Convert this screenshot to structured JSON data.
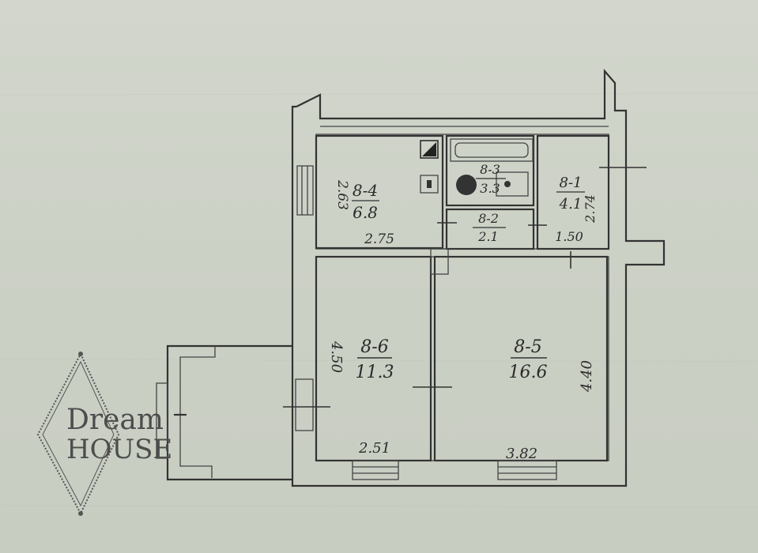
{
  "rooms": [
    {
      "id": "kitchen",
      "number": "8-4",
      "area": "6.8"
    },
    {
      "id": "bath",
      "number": "8-3",
      "area": "3.3"
    },
    {
      "id": "hall",
      "number": "8-2",
      "area": "2.1"
    },
    {
      "id": "entrance",
      "number": "8-1",
      "area": "4.1"
    },
    {
      "id": "room6",
      "number": "8-6",
      "area": "11.3"
    },
    {
      "id": "room5",
      "number": "8-5",
      "area": "16.6"
    }
  ],
  "dimensions": {
    "kitchen_height": "2.63",
    "kitchen_width": "2.75",
    "entrance_height": "2.74",
    "entrance_width": "1.50",
    "room6_height": "4.50",
    "room6_width": "2.51",
    "room5_height": "4.40",
    "room5_width": "3.82"
  },
  "logo": {
    "line1": "Dream",
    "line2": "HOUSE"
  },
  "colors": {
    "paper": "#cfd3c9",
    "ink": "#2b2b2b",
    "logo": "#4d4d4d"
  }
}
